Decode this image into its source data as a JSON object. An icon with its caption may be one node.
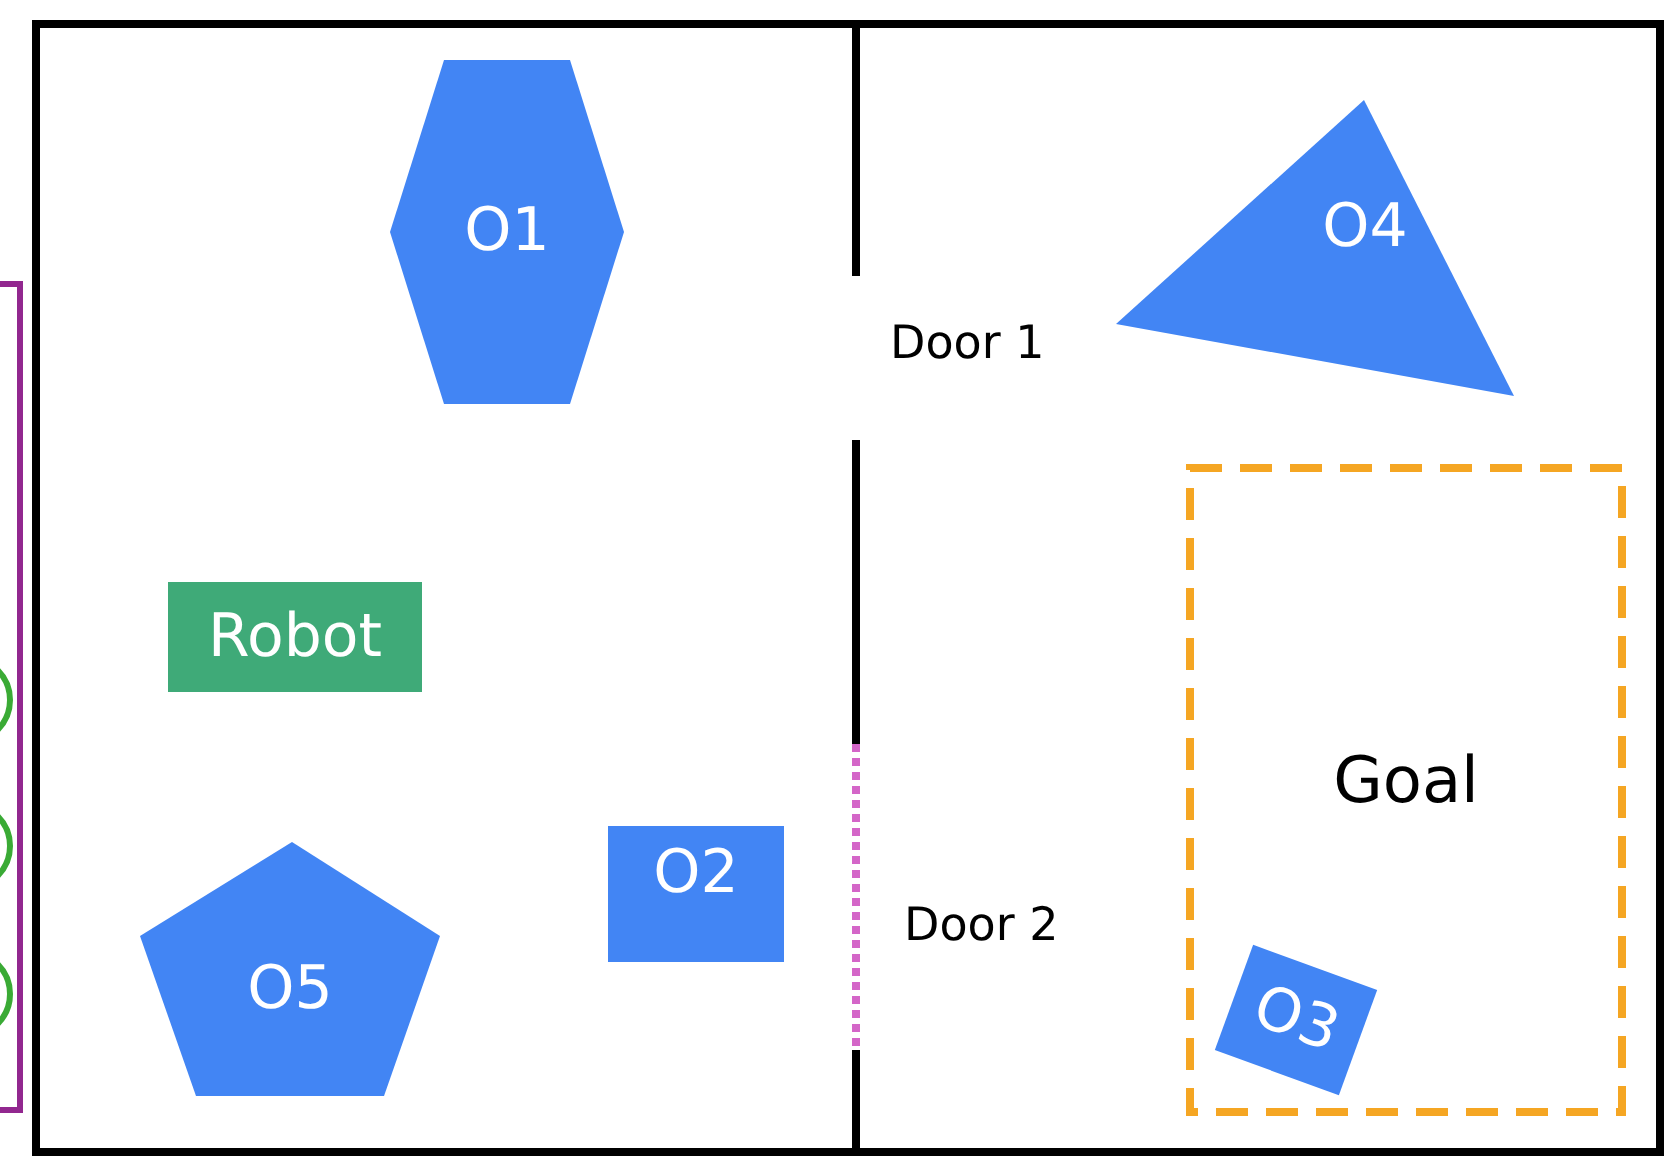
{
  "diagram": {
    "nodes": [
      {
        "text": [
          "O1"
        ]
      },
      {
        "text": [
          "O4"
        ]
      },
      {
        "text": [
          "Goal"
        ]
      },
      {
        "text": [
          "Robot"
        ]
      },
      {
        "text": [
          "O2"
        ]
      },
      {
        "text": [
          "O5"
        ]
      },
      {
        "text": [
          "O3"
        ],
        "in": 2
      }
    ],
    "labels": [
      "Door 1",
      "Door 2"
    ]
  }
}
